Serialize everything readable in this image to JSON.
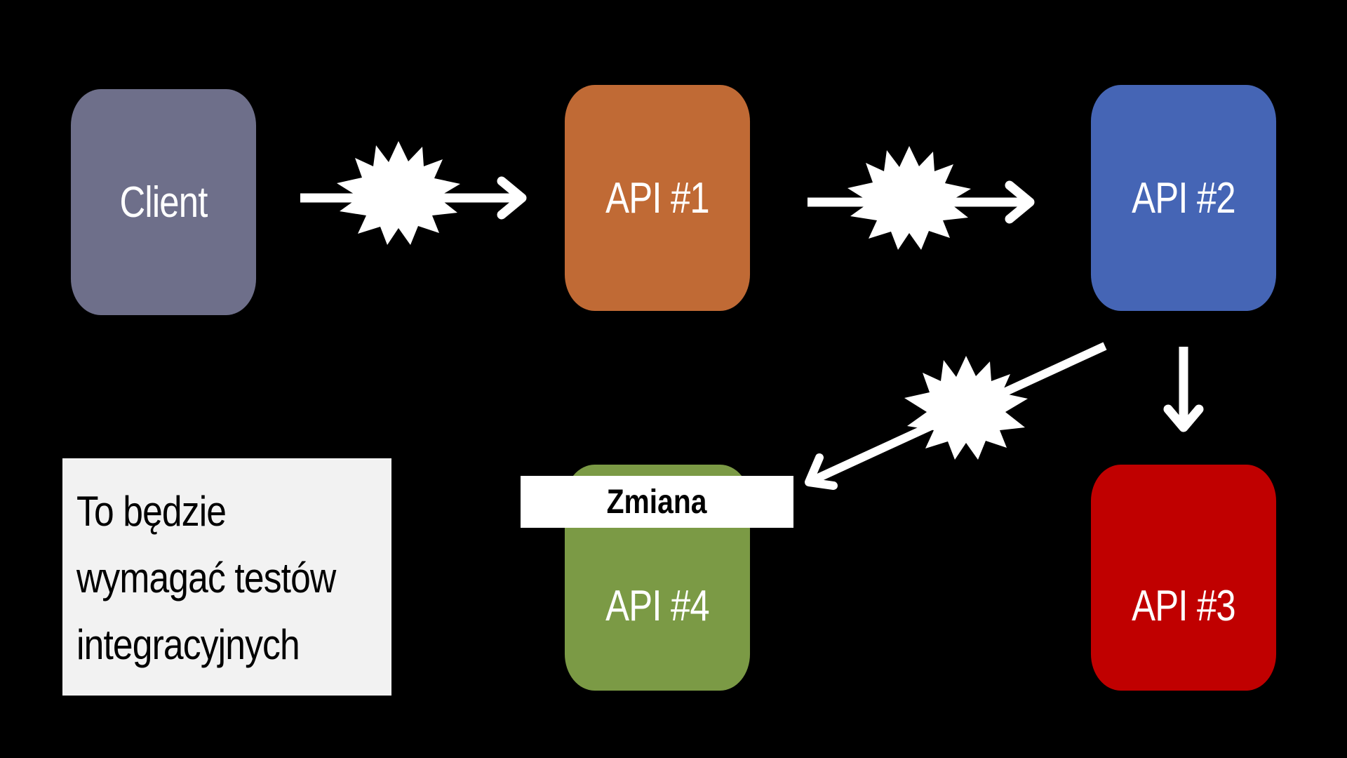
{
  "nodes": {
    "client": {
      "label": "Client",
      "color": "#6e6f8a"
    },
    "api1": {
      "label": "API #1",
      "color": "#c06a35"
    },
    "api2": {
      "label": "API #2",
      "color": "#4565b5"
    },
    "api3": {
      "label": "API #3",
      "color": "#c00000"
    },
    "api4": {
      "label": "API #4",
      "color": "#7b9a45"
    }
  },
  "change_label": "Zmiana",
  "note": {
    "line1": "To będzie",
    "line2": "wymagać testów",
    "line3": "integracyjnych"
  },
  "edges": [
    {
      "from": "client",
      "to": "api1",
      "burst": true
    },
    {
      "from": "api1",
      "to": "api2",
      "burst": true
    },
    {
      "from": "api2",
      "to": "api4",
      "burst": true
    },
    {
      "from": "api2",
      "to": "api3",
      "burst": false
    }
  ]
}
